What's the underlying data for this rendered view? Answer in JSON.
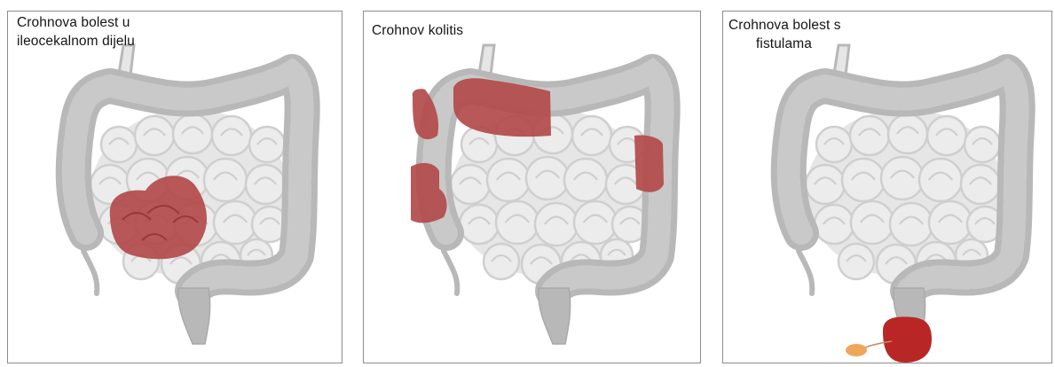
{
  "panels": [
    {
      "title_line1": "Crohnova bolest u",
      "title_line2": "ileocekalnom dijelu"
    },
    {
      "title_line1": "Crohnov kolitis",
      "title_line2": ""
    },
    {
      "title_line1": "Crohnova bolest s",
      "title_line2": "fistulama"
    }
  ],
  "colors": {
    "colon": "#b8b8b8",
    "colon_haustra": "#c9c9c9",
    "small_intestine": "#e6e6e6",
    "small_intestine_lines": "#cfcfcf",
    "inflammation": "#b34a4a",
    "abscess": "#b82626",
    "fistula": "#f0a65a",
    "border": "#8c8c8c"
  }
}
